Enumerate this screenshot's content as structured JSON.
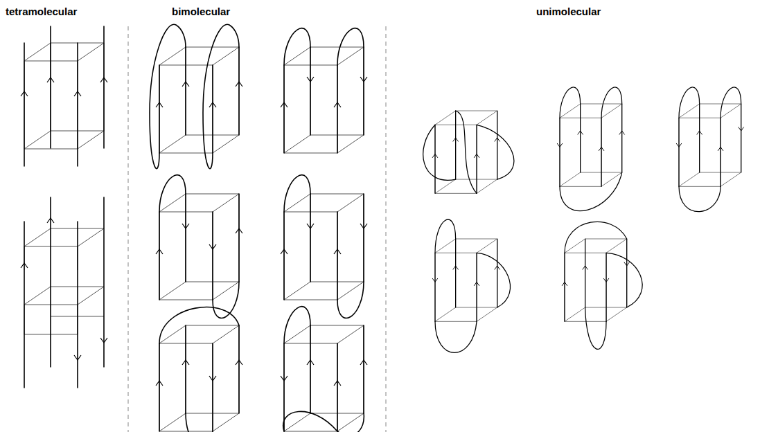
{
  "diagram": {
    "labels": [
      "tetramolecular",
      "bimolecular",
      "unimolecular"
    ]
  }
}
